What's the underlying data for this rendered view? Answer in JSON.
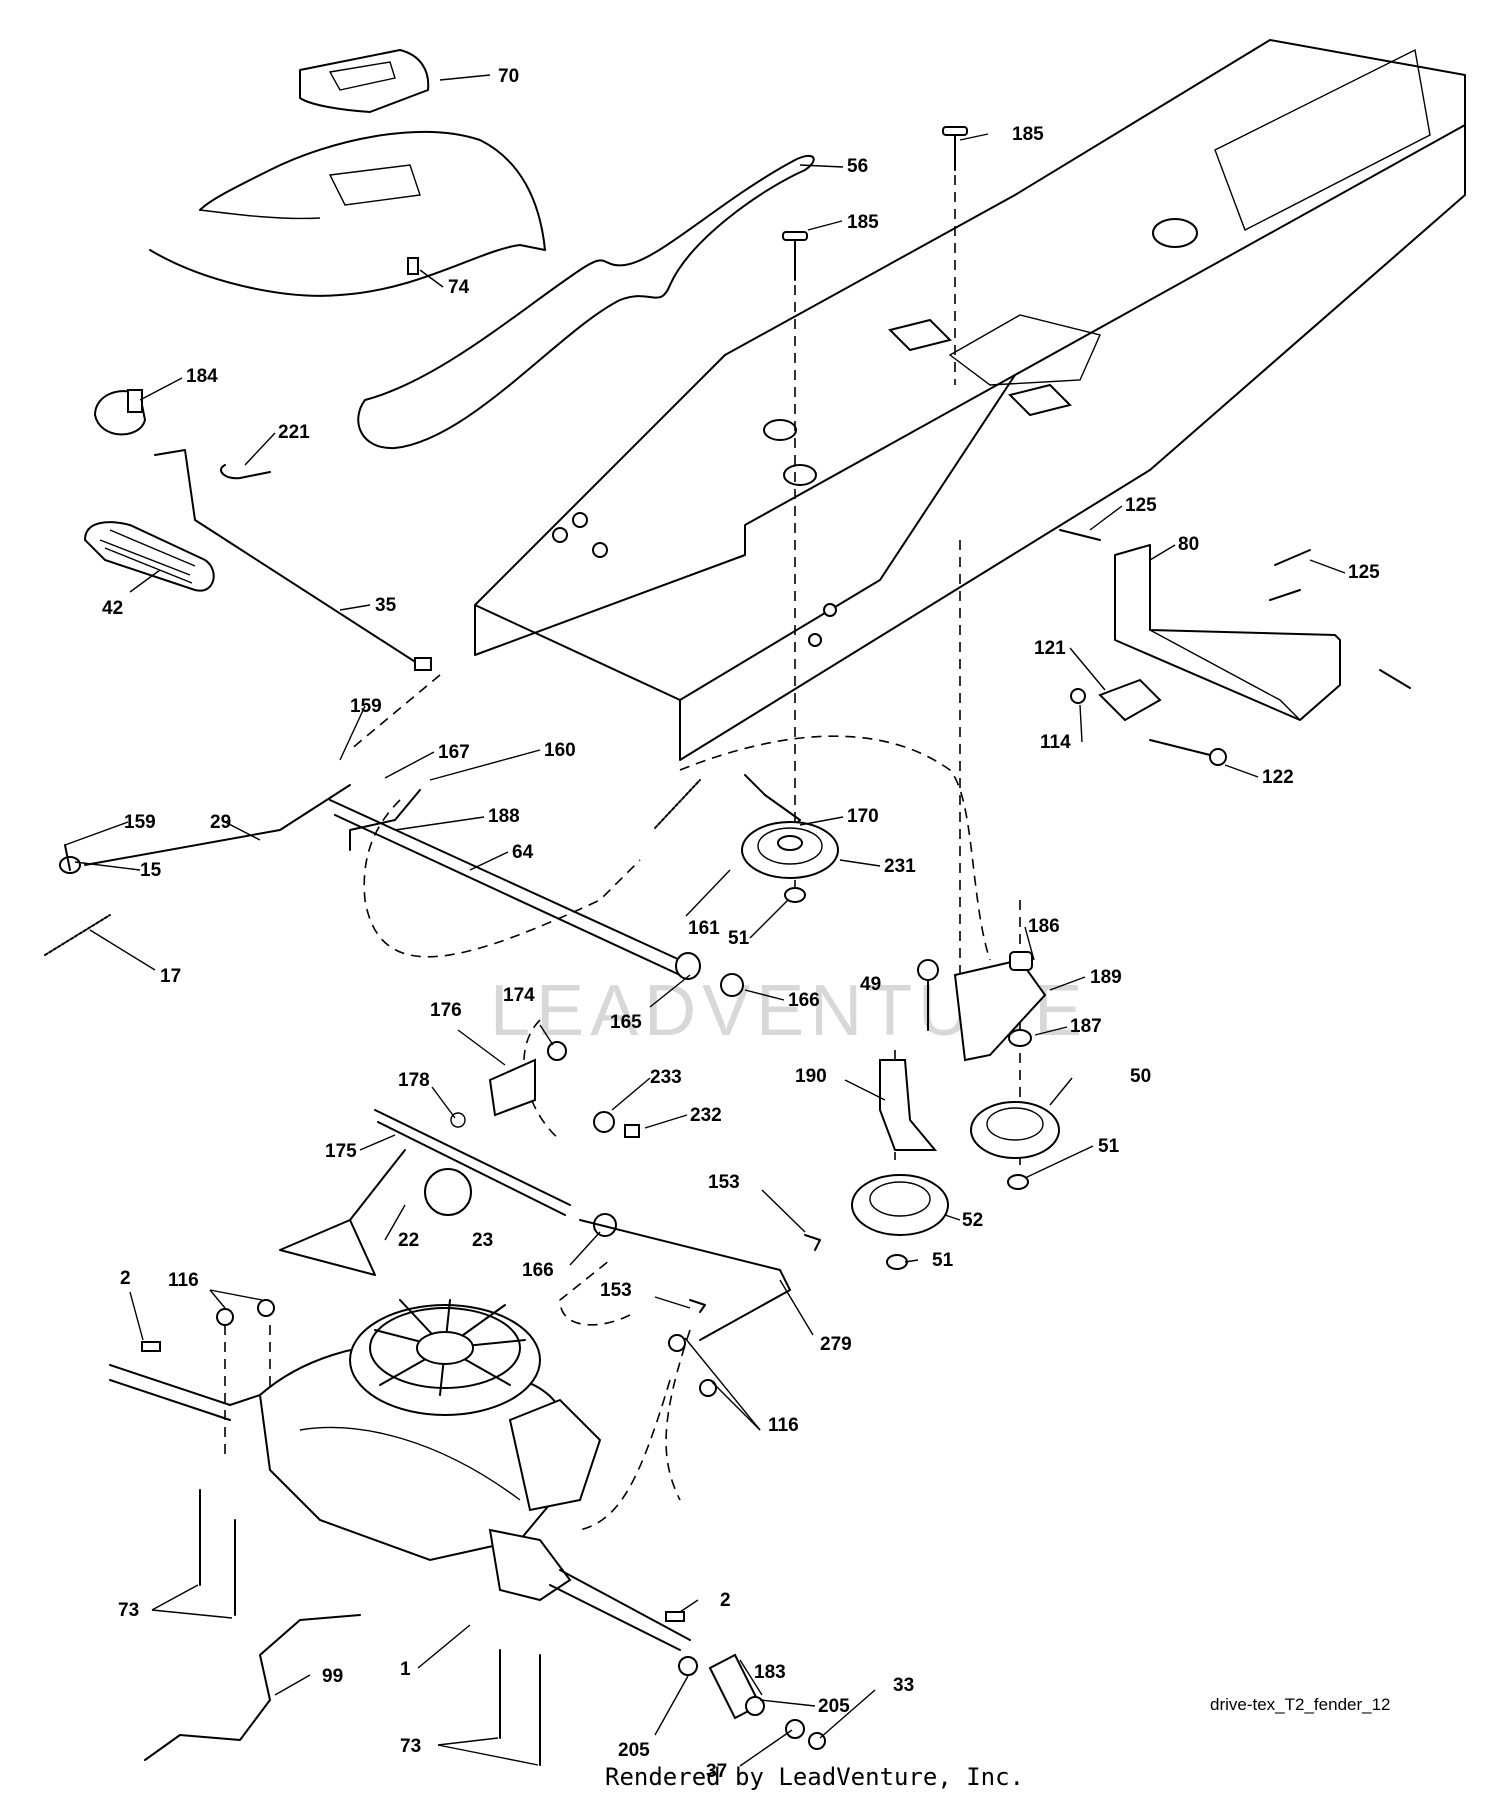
{
  "watermark": "LEADVENTURE",
  "diagram_ref": "drive-tex_T2_fender_12",
  "credit": "Rendered by LeadVenture, Inc.",
  "callouts": [
    {
      "id": "70",
      "text": "70"
    },
    {
      "id": "56",
      "text": "56"
    },
    {
      "id": "185a",
      "text": "185"
    },
    {
      "id": "185b",
      "text": "185"
    },
    {
      "id": "74",
      "text": "74"
    },
    {
      "id": "184",
      "text": "184"
    },
    {
      "id": "221",
      "text": "221"
    },
    {
      "id": "42",
      "text": "42"
    },
    {
      "id": "35",
      "text": "35"
    },
    {
      "id": "125a",
      "text": "125"
    },
    {
      "id": "80",
      "text": "80"
    },
    {
      "id": "125b",
      "text": "125"
    },
    {
      "id": "121",
      "text": "121"
    },
    {
      "id": "114",
      "text": "114"
    },
    {
      "id": "122",
      "text": "122"
    },
    {
      "id": "159a",
      "text": "159"
    },
    {
      "id": "167",
      "text": "167"
    },
    {
      "id": "160",
      "text": "160"
    },
    {
      "id": "159b",
      "text": "159"
    },
    {
      "id": "29",
      "text": "29"
    },
    {
      "id": "188",
      "text": "188"
    },
    {
      "id": "64",
      "text": "64"
    },
    {
      "id": "170",
      "text": "170"
    },
    {
      "id": "15",
      "text": "15"
    },
    {
      "id": "231",
      "text": "231"
    },
    {
      "id": "161",
      "text": "161"
    },
    {
      "id": "51a",
      "text": "51"
    },
    {
      "id": "186",
      "text": "186"
    },
    {
      "id": "17",
      "text": "17"
    },
    {
      "id": "49",
      "text": "49"
    },
    {
      "id": "189",
      "text": "189"
    },
    {
      "id": "174",
      "text": "174"
    },
    {
      "id": "166a",
      "text": "166"
    },
    {
      "id": "176",
      "text": "176"
    },
    {
      "id": "165",
      "text": "165"
    },
    {
      "id": "187",
      "text": "187"
    },
    {
      "id": "233",
      "text": "233"
    },
    {
      "id": "190",
      "text": "190"
    },
    {
      "id": "50",
      "text": "50"
    },
    {
      "id": "178",
      "text": "178"
    },
    {
      "id": "232",
      "text": "232"
    },
    {
      "id": "175",
      "text": "175"
    },
    {
      "id": "51b",
      "text": "51"
    },
    {
      "id": "153a",
      "text": "153"
    },
    {
      "id": "52",
      "text": "52"
    },
    {
      "id": "22",
      "text": "22"
    },
    {
      "id": "23",
      "text": "23"
    },
    {
      "id": "51c",
      "text": "51"
    },
    {
      "id": "2a",
      "text": "2"
    },
    {
      "id": "116a",
      "text": "116"
    },
    {
      "id": "166b",
      "text": "166"
    },
    {
      "id": "153b",
      "text": "153"
    },
    {
      "id": "279",
      "text": "279"
    },
    {
      "id": "116b",
      "text": "116"
    },
    {
      "id": "73a",
      "text": "73"
    },
    {
      "id": "2b",
      "text": "2"
    },
    {
      "id": "183",
      "text": "183"
    },
    {
      "id": "1",
      "text": "1"
    },
    {
      "id": "99",
      "text": "99"
    },
    {
      "id": "205a",
      "text": "205"
    },
    {
      "id": "205b",
      "text": "205"
    },
    {
      "id": "33",
      "text": "33"
    },
    {
      "id": "73b",
      "text": "73"
    },
    {
      "id": "37",
      "text": "37"
    }
  ]
}
